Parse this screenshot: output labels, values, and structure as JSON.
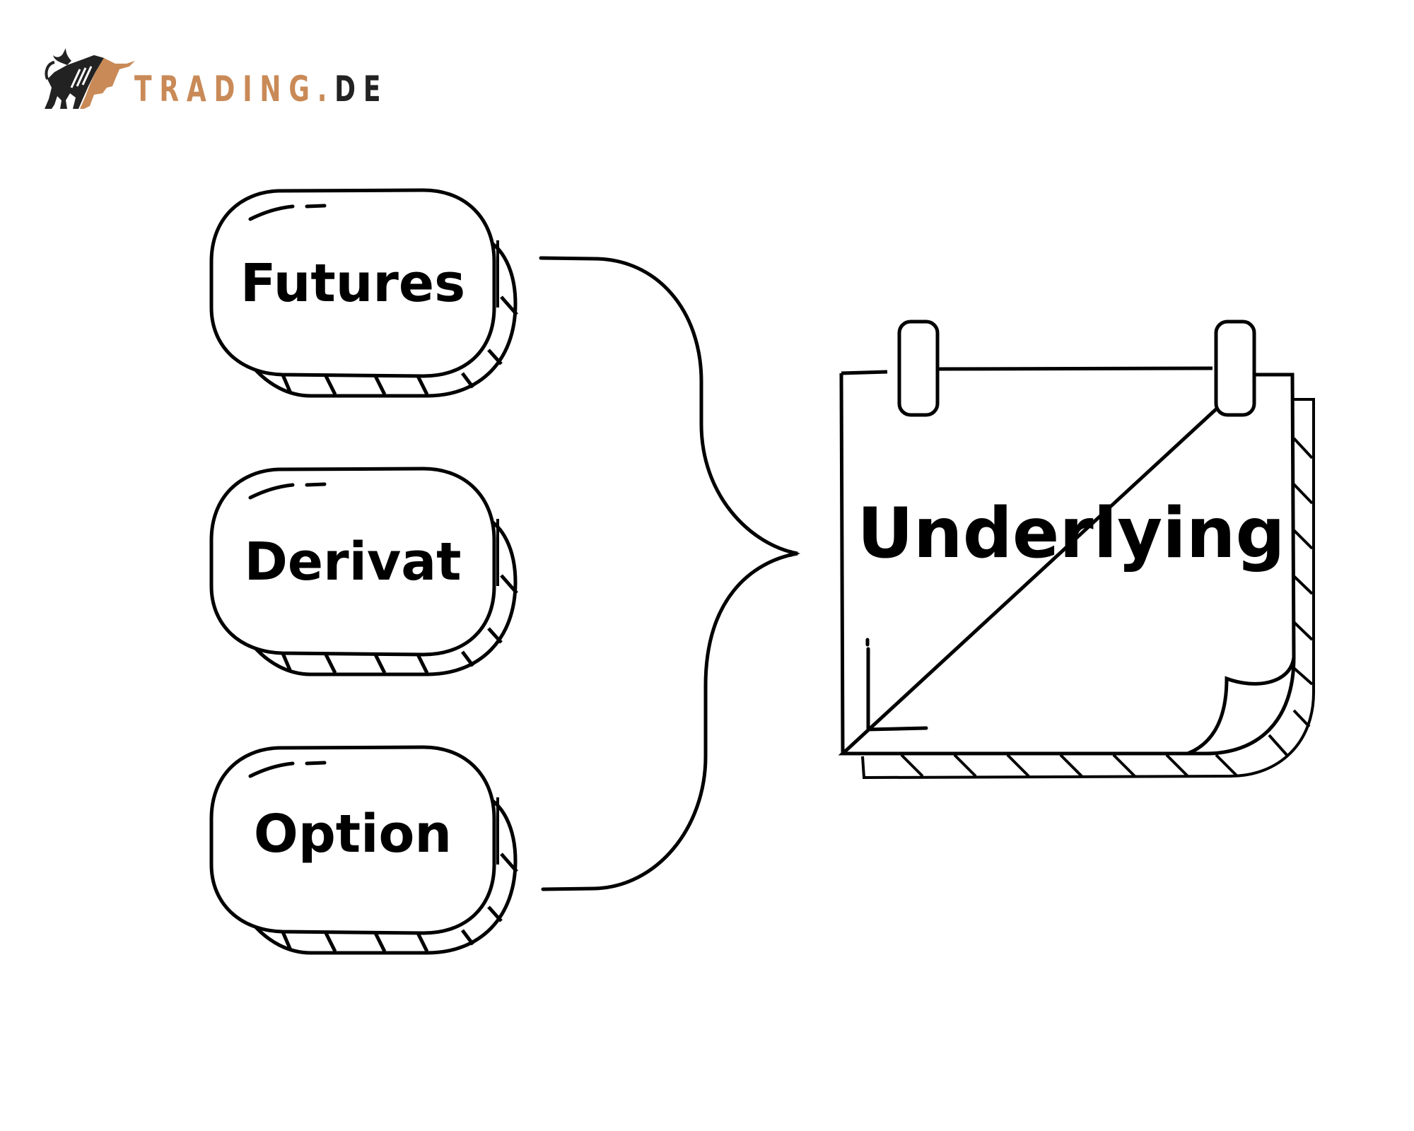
{
  "logo": {
    "brand": "TRADING.",
    "tld": "DE",
    "icon": "bull-icon",
    "colors": {
      "brand": "#c98a57",
      "dark": "#222222"
    }
  },
  "diagram": {
    "nodes": [
      {
        "id": "futures",
        "label": "Futures"
      },
      {
        "id": "derivat",
        "label": "Derivat"
      },
      {
        "id": "option",
        "label": "Option"
      }
    ],
    "connector": "curly-brace",
    "target": {
      "id": "underlying",
      "label": "Underlying"
    },
    "stroke_color": "#000000"
  }
}
